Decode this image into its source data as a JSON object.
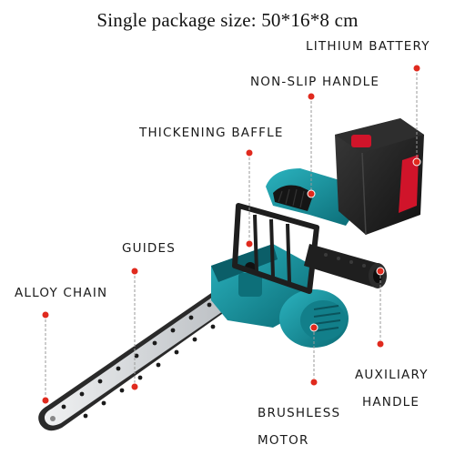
{
  "title": "Single package size: 50*16*8 cm",
  "callouts": {
    "lithium_battery": "LITHIUM BATTERY",
    "non_slip_handle": "NON-SLIP HANDLE",
    "thickening_baffle": "THICKENING BAFFLE",
    "guides": "GUIDES",
    "alloy_chain": "ALLOY CHAIN",
    "auxiliary_line1": "AUXILIARY",
    "auxiliary_line2": "HANDLE",
    "brushless_line1": "BRUSHLESS",
    "brushless_line2": "MOTOR"
  },
  "colors": {
    "body_teal": "#17909c",
    "body_dark": "#0b5e68",
    "battery_black": "#1c1c1c",
    "battery_red": "#d0142a",
    "bar_silver": "#d9dcde",
    "chain": "#2a2a2a",
    "dot_red": "#e02a1e"
  }
}
